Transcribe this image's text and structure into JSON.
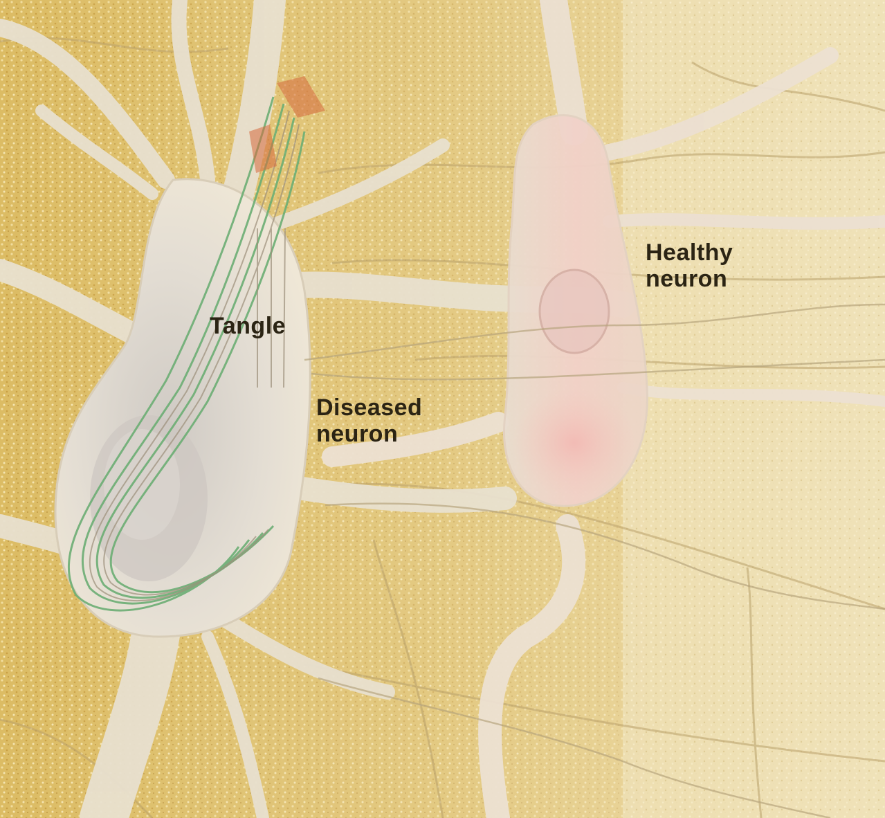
{
  "labels": {
    "healthy_line1": "Healthy",
    "healthy_line2": "neuron",
    "tangle": "Tangle",
    "diseased_line1": "Diseased",
    "diseased_line2": "neuron"
  },
  "colors": {
    "background_tissue": "#ecdcaa",
    "tissue_texture": "#d9b45a",
    "neuron_body": "#e7e0cf",
    "healthy_nucleus": "#f1c9c4",
    "tangle_fibers": "#6cae74",
    "label_text": "#2b2414"
  }
}
